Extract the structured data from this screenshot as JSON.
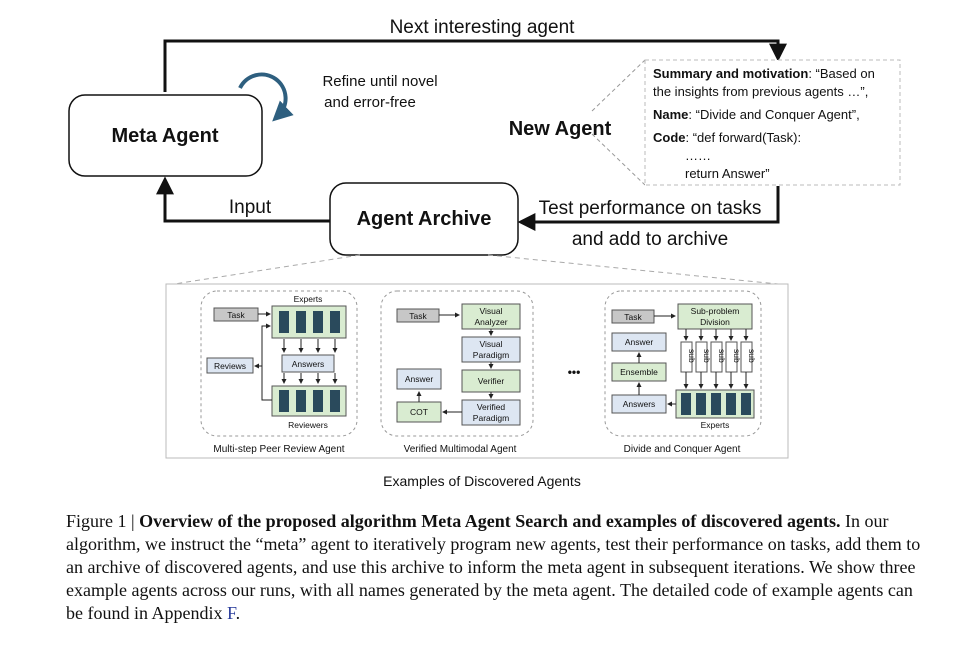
{
  "diagram": {
    "top_arrow_label": "Next interesting agent",
    "refine_label_line1": "Refine until novel",
    "refine_label_line2": "and error-free",
    "meta_agent": "Meta Agent",
    "new_agent": "New Agent",
    "agent_archive": "Agent Archive",
    "input_label": "Input",
    "test_label_line1": "Test performance on tasks",
    "test_label_line2": "and add to archive",
    "code_card": {
      "summary_key": "Summary and motivation",
      "summary_val_1": ": “Based on",
      "summary_val_2": "the insights from previous agents …”,",
      "name_key": "Name",
      "name_val": ": “Divide and Conquer Agent”,",
      "code_key": "Code",
      "code_val": ": “def forward(Task):",
      "code_line2": "……",
      "code_line3": "return Answer”"
    },
    "examples_title": "Examples of Discovered Agents",
    "dots": "•••",
    "example1": {
      "caption": "Multi-step Peer Review Agent",
      "task": "Task",
      "experts": "Experts",
      "reviews": "Reviews",
      "answers": "Answers",
      "reviewers": "Reviewers"
    },
    "example2": {
      "caption": "Verified Multimodal Agent",
      "task": "Task",
      "visual_analyzer_1": "Visual",
      "visual_analyzer_2": "Analyzer",
      "visual_paradigm_1": "Visual",
      "visual_paradigm_2": "Paradigm",
      "verifier": "Verifier",
      "verified_paradigm_1": "Verified",
      "verified_paradigm_2": "Paradigm",
      "answer": "Answer",
      "cot": "COT"
    },
    "example3": {
      "caption": "Divide and Conquer Agent",
      "task": "Task",
      "subproblem_1": "Sub-problem",
      "subproblem_2": "Division",
      "answer": "Answer",
      "ensemble": "Ensemble",
      "answers": "Answers",
      "experts": "Experts",
      "sub": "sub"
    }
  },
  "caption": {
    "prefix": "Figure 1 | ",
    "bold": "Overview of the proposed algorithm Meta Agent Search and examples of discovered agents.",
    "body": " In our algorithm, we instruct the “meta” agent to iteratively program new agents, test their performance on tasks, add them to an archive of discovered agents, and use this archive to inform the meta agent in subsequent iterations. We show three example agents across our runs, with all names generated by the meta agent. The detailed code of example agents can be found in Appendix ",
    "ref": "F",
    "end": "."
  }
}
